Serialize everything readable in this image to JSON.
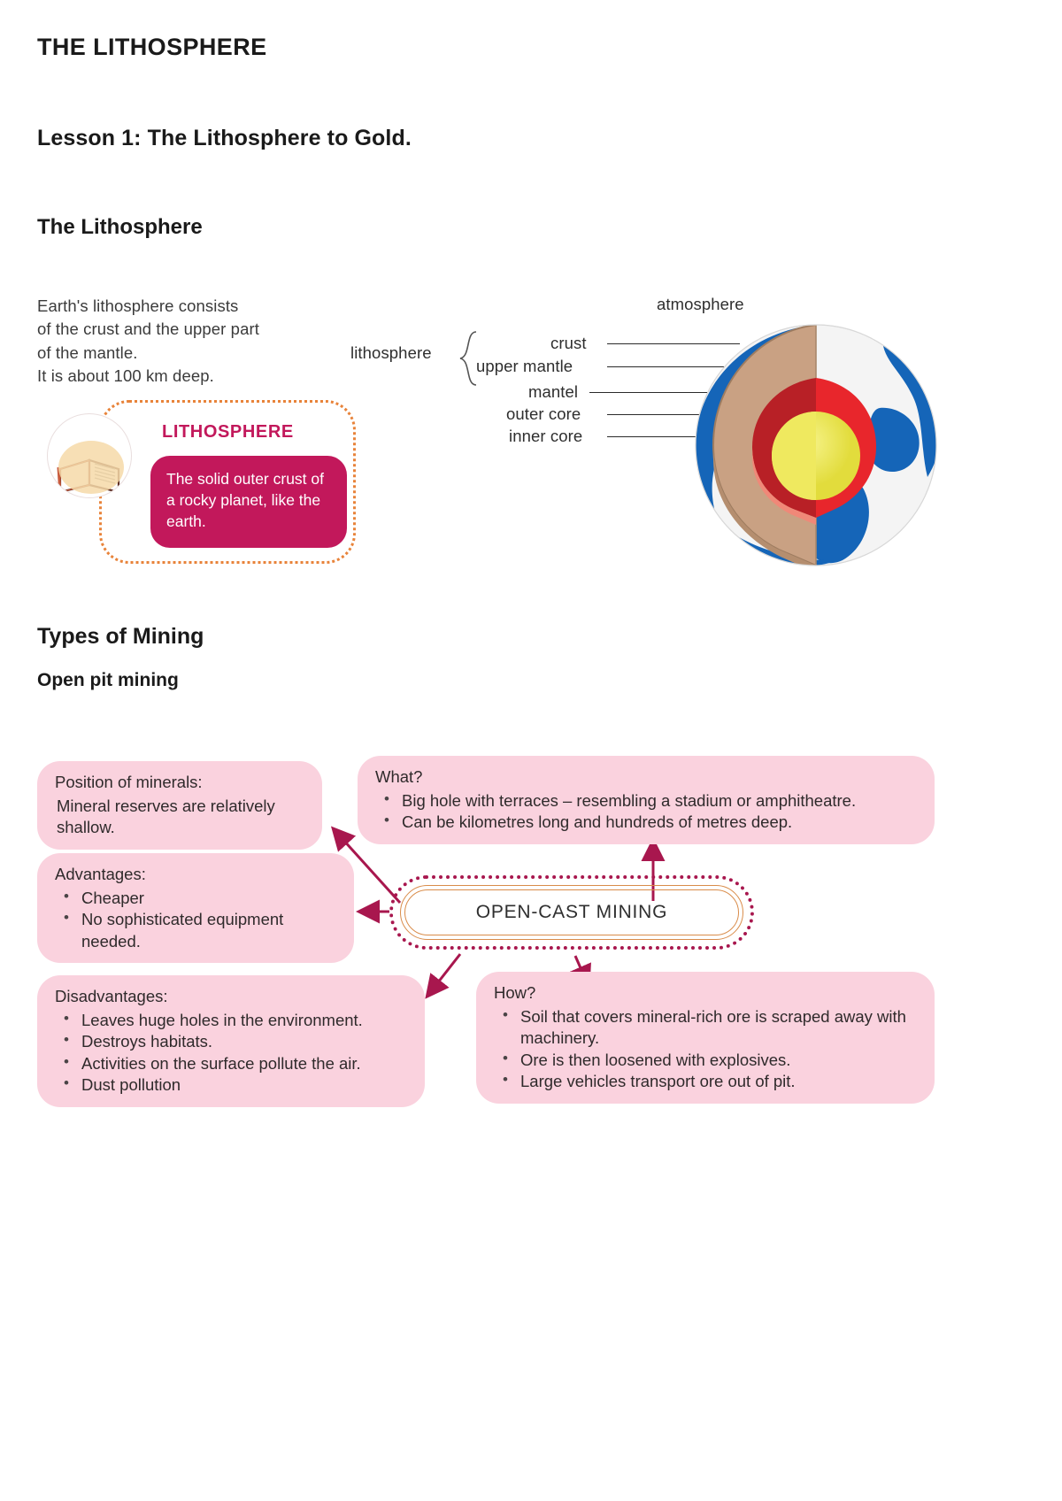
{
  "document": {
    "title": "THE LITHOSPHERE",
    "lesson": "Lesson 1: The Lithosphere to Gold.",
    "section_lithosphere": "The Lithosphere",
    "section_mining": "Types of Mining",
    "subsection_mining": "Open pit mining"
  },
  "lithosphere_description": {
    "line1": "Earth's lithosphere consists",
    "line2": "of the crust and the upper part",
    "line3": "of the mantle.",
    "line4": "It is about 100 km deep."
  },
  "glossary_card": {
    "term": "LITHOSPHERE",
    "definition": "The solid outer crust of a rocky planet, like the earth.",
    "icon": "open-book-icon",
    "term_color": "#C2185B",
    "body_color": "#C2185B",
    "border_color": "#E8833A"
  },
  "earth_diagram": {
    "atmosphere_label": "atmosphere",
    "bracket_label": "lithosphere",
    "layers": [
      {
        "name": "crust"
      },
      {
        "name": "upper mantle"
      },
      {
        "name": "mantel"
      },
      {
        "name": "outer core"
      },
      {
        "name": "inner core"
      }
    ],
    "colors": {
      "ocean": "#1565B8",
      "land": "#F2F2F2",
      "mantle": "#C9A183",
      "outer_core": "#D32027",
      "inner_core": "#F0EC5A"
    }
  },
  "mindmap": {
    "center": "OPEN-CAST MINING",
    "box_color": "#FAD2DE",
    "arrow_color": "#A8174E",
    "boxes": [
      {
        "id": "position-of-minerals",
        "heading": "Position of minerals:",
        "lines": [
          "Mineral reserves are relatively shallow."
        ],
        "bullets": []
      },
      {
        "id": "what",
        "heading": "What?",
        "lines": [],
        "bullets": [
          "Big hole with terraces – resembling a stadium or amphitheatre.",
          "Can be kilometres long and hundreds of metres deep."
        ]
      },
      {
        "id": "advantages",
        "heading": "Advantages:",
        "lines": [],
        "bullets": [
          "Cheaper",
          "No sophisticated equipment needed."
        ]
      },
      {
        "id": "disadvantages",
        "heading": "Disadvantages:",
        "lines": [],
        "bullets": [
          "Leaves huge holes in the environment.",
          "Destroys habitats.",
          "Activities on the surface pollute the air.",
          "Dust pollution"
        ]
      },
      {
        "id": "how",
        "heading": "How?",
        "lines": [],
        "bullets": [
          "Soil that covers mineral-rich ore is scraped away with machinery.",
          "Ore is then loosened with explosives.",
          "Large vehicles transport ore out of pit."
        ]
      }
    ]
  }
}
